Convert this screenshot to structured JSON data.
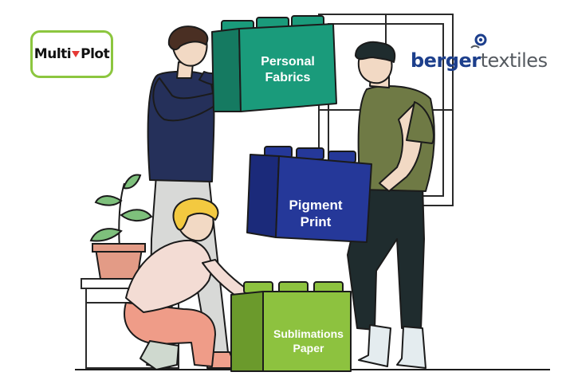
{
  "logos": {
    "multiplot": {
      "part1": "Multi",
      "part2": "Plot"
    },
    "berger": {
      "part1": "berger",
      "part2": "textiles"
    }
  },
  "blocks": {
    "personal": {
      "line1": "Personal",
      "line2": "Fabrics",
      "color": "#1a9b7b"
    },
    "pigment": {
      "line1": "Pigment",
      "line2": "Print",
      "color": "#253899"
    },
    "sublimation": {
      "line1": "Sublimations",
      "line2": "Paper",
      "color": "#8dc23f"
    }
  },
  "colors": {
    "outline": "#1b1b1b",
    "brand_blue": "#1d3f8c",
    "brand_green": "#8cc63f",
    "brand_red": "#e53935"
  }
}
